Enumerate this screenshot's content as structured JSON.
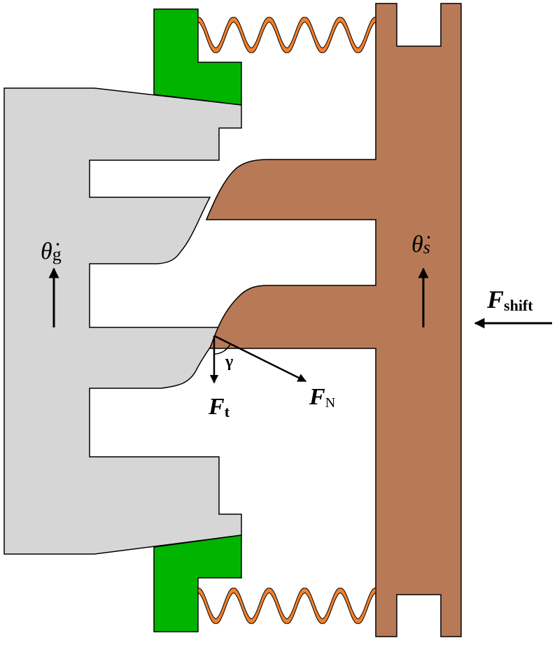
{
  "diagram": {
    "title": "Synchronizer engagement mechanism (gear, sleeve, blocker ring, springs)",
    "colors": {
      "gear": "#d6d6d6",
      "sleeve": "#b87a56",
      "blocker_ring": "#00b400",
      "spring": "#f4802a",
      "outline": "#000000",
      "background": "#ffffff"
    },
    "labels": {
      "gear_speed_symbol": "θ̇",
      "gear_speed_subscript": "g",
      "sleeve_speed_symbol": "θ̇",
      "sleeve_speed_subscript": "s",
      "shift_force_symbol": "F",
      "shift_force_subscript": "shift",
      "normal_force_symbol": "F",
      "normal_force_subscript": "N",
      "tangential_force_symbol": "F",
      "tangential_force_subscript": "t",
      "chamfer_angle": "γ"
    },
    "arrows": {
      "gear_speed_direction": "up",
      "sleeve_speed_direction": "up",
      "shift_force_direction": "left",
      "tangential_force_direction": "down",
      "normal_force_direction": "down-right"
    }
  }
}
